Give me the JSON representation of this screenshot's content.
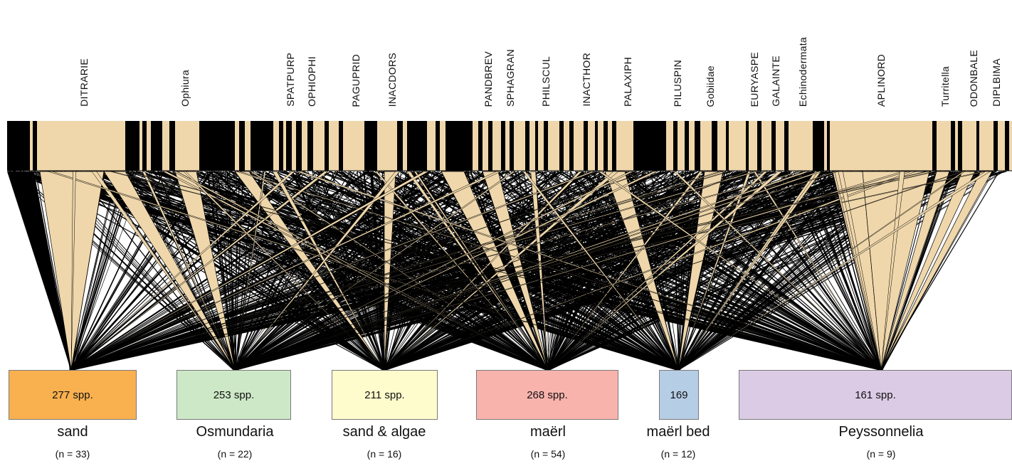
{
  "colors": {
    "interaction_fill": "#efd7ab",
    "link_line": "#000000",
    "species_bar_dark": "#000000"
  },
  "species_labels": [
    "DITRARIE",
    "Ophiura",
    "SPATPURP",
    "OPHIOPHI",
    "PAGUPRID",
    "INACDORS",
    "PANDBREV",
    "SPHAGRAN",
    "PHILSCUL",
    "INACTHOR",
    "PALAXIPH",
    "PILUSPIN",
    "Gobiidae",
    "EURYASPE",
    "GALAINTE",
    "Echinodermata",
    "APLINORD",
    "Turritella",
    "ODONBALE",
    "DIPLBIMA"
  ],
  "habitats": [
    {
      "name": "sand",
      "spp": "277 spp.",
      "n": "(n = 33)",
      "color": "#f9b04f"
    },
    {
      "name": "Osmundaria",
      "spp": "253 spp.",
      "n": "(n = 22)",
      "color": "#cde8c6"
    },
    {
      "name": "sand & algae",
      "spp": "211 spp.",
      "n": "(n = 16)",
      "color": "#fefbcc"
    },
    {
      "name": "maërl",
      "spp": "268 spp.",
      "n": "(n = 54)",
      "color": "#f9b3ad"
    },
    {
      "name": "maërl bed",
      "spp": "169",
      "n": "(n = 12)",
      "color": "#b6cde6"
    },
    {
      "name": "Peyssonnelia",
      "spp": "161 spp.",
      "n": "(n = 9)",
      "color": "#dccbe5"
    }
  ]
}
